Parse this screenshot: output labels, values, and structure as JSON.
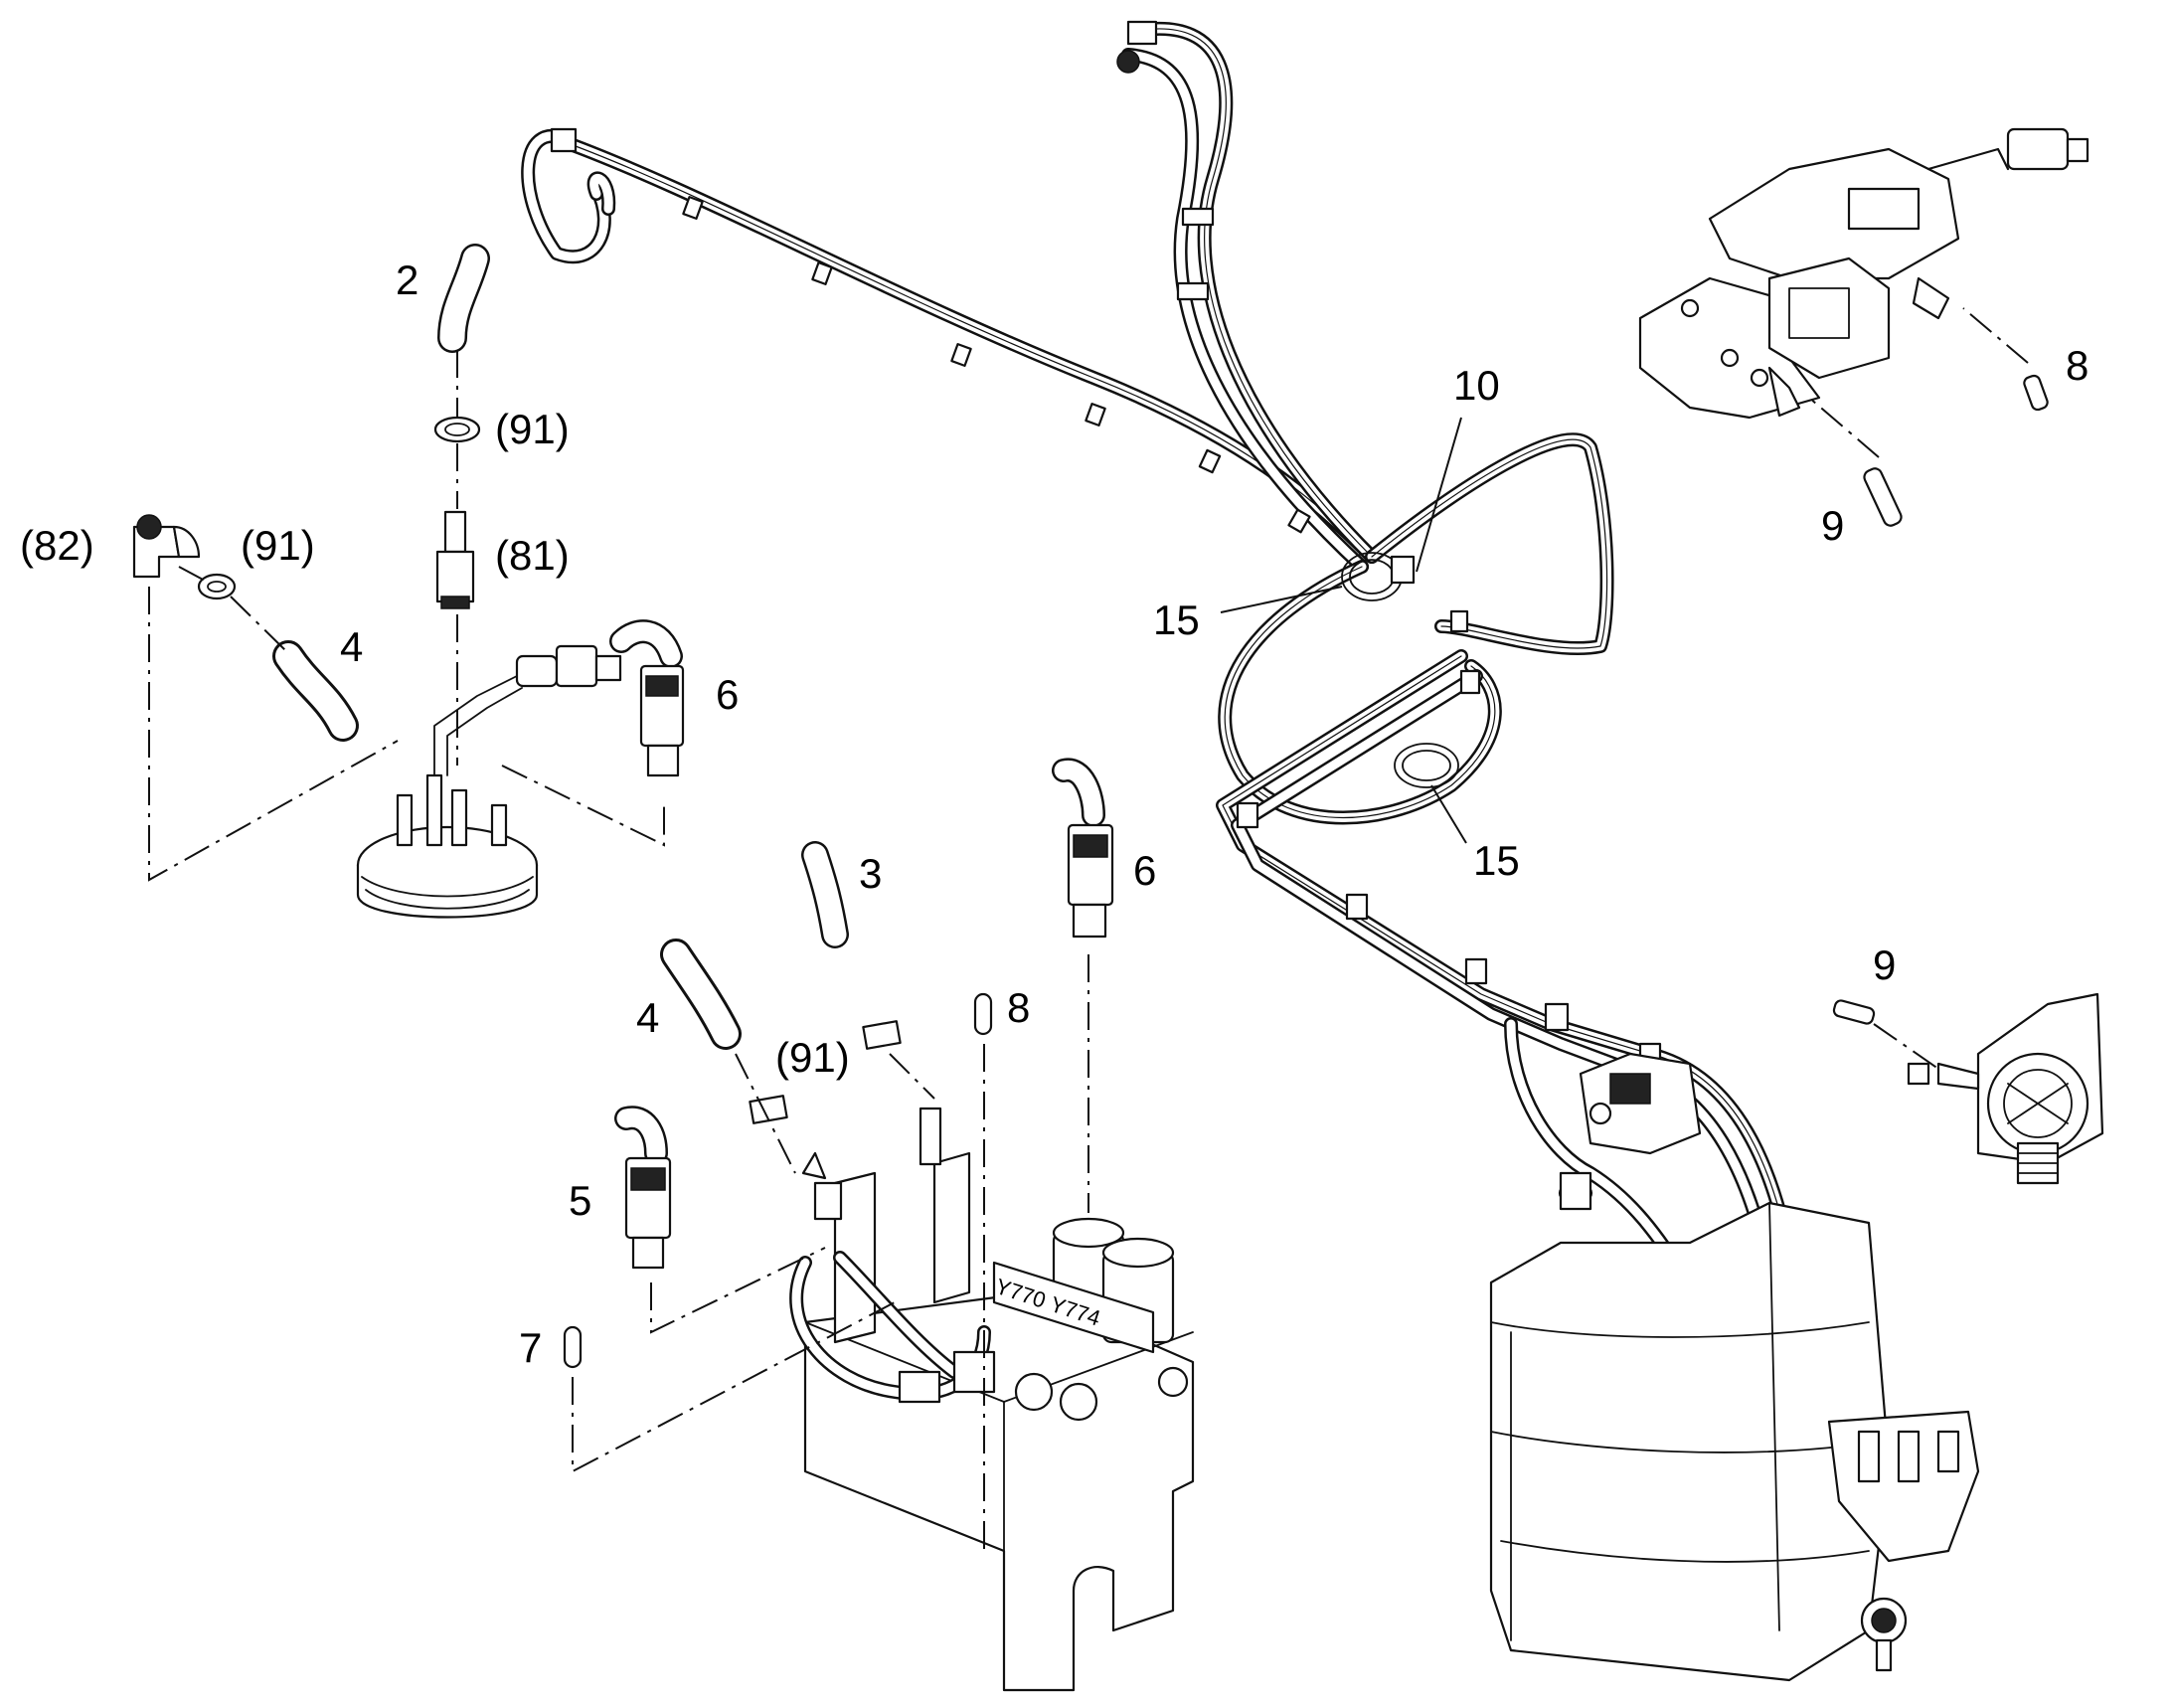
{
  "callouts": {
    "c2": "2",
    "c91_top": "(91)",
    "c81": "(81)",
    "c82": "(82)",
    "c91_left": "(91)",
    "c4_top": "4",
    "c6_left": "6",
    "c3": "3",
    "c6_mid": "6",
    "c4_mid": "4",
    "c8_mid": "8",
    "c91_mid": "(91)",
    "c5": "5",
    "c7": "7",
    "c10": "10",
    "c15_upper": "15",
    "c15_lower": "15",
    "c8_right": "8",
    "c9_upper": "9",
    "c9_lower": "9"
  },
  "valve_labels": {
    "y770": "Y770",
    "y774": "Y774"
  }
}
